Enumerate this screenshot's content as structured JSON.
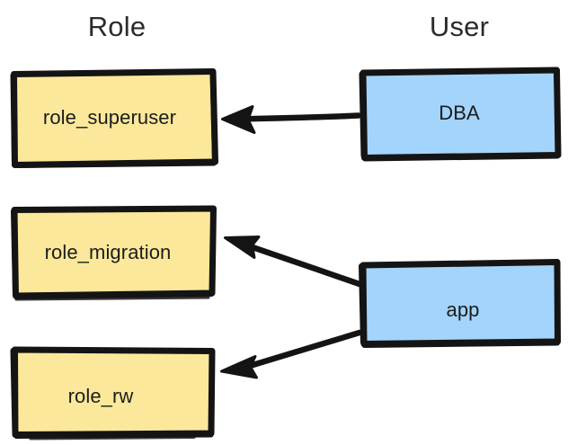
{
  "diagram": {
    "title_columns": [
      {
        "id": "role",
        "label": "Role"
      },
      {
        "id": "user",
        "label": "User"
      }
    ],
    "style": {
      "background": "#ffffff",
      "role_fill": "#fce89b",
      "user_fill": "#a3d4fb",
      "stroke": "#141414",
      "text": "#1c1c1c",
      "arrow": "#141414"
    },
    "nodes": [
      {
        "id": "role_superuser",
        "label": "role_superuser",
        "column": "Role",
        "fill": "#fce89b"
      },
      {
        "id": "role_migration",
        "label": "role_migration",
        "column": "Role",
        "fill": "#fce89b"
      },
      {
        "id": "role_rw",
        "label": "role_rw",
        "column": "Role",
        "fill": "#fce89b"
      },
      {
        "id": "dba",
        "label": "DBA",
        "column": "User",
        "fill": "#a3d4fb"
      },
      {
        "id": "app",
        "label": "app",
        "column": "User",
        "fill": "#a3d4fb"
      }
    ],
    "edges": [
      {
        "id": "dba-to-role-superuser",
        "from": "DBA",
        "to": "role_superuser",
        "direction": "left"
      },
      {
        "id": "app-to-role-migration",
        "from": "app",
        "to": "role_migration",
        "direction": "up-left"
      },
      {
        "id": "app-to-role-rw",
        "from": "app",
        "to": "role_rw",
        "direction": "down-left"
      }
    ]
  }
}
